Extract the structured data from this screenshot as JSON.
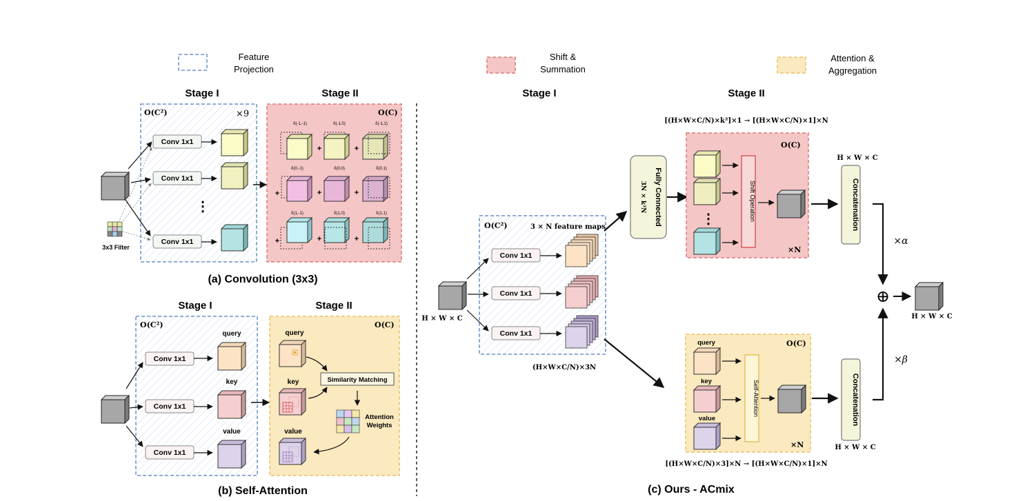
{
  "legend": {
    "feature_projection": [
      "Feature",
      "Projection"
    ],
    "shift_summation": [
      "Shift &",
      "Summation"
    ],
    "attention_aggregation": [
      "Attention  &",
      "Aggregation"
    ]
  },
  "conv": {
    "stage1": "Stage I",
    "stage2": "Stage II",
    "complexity1": "O(C²)",
    "complexity2": "O(C)",
    "times": "×9",
    "conv_label": "Conv 1x1",
    "filter_label": "3x3 Filter",
    "shift_labels": [
      "δ(-1,-1)",
      "δ(-1,0)",
      "δ(-1,1)",
      "δ(0,-1)",
      "δ(0,0)",
      "δ(0,1)",
      "δ(1,-1)",
      "δ(1,0)",
      "δ(1,1)"
    ],
    "caption": "(a) Convolution (3x3)"
  },
  "sa": {
    "stage1": "Stage I",
    "stage2": "Stage II",
    "complexity1": "O(C²)",
    "complexity2": "O(C)",
    "conv_label": "Conv 1x1",
    "query": "query",
    "key": "key",
    "value": "value",
    "similarity": "Similarity Matching",
    "attention_weights": [
      "Attention",
      "Weights"
    ],
    "caption": "(b) Self-Attention"
  },
  "acmix": {
    "stage1": "Stage I",
    "stage2": "Stage II",
    "complexity1": "O(C²)",
    "feature_maps": "3 × N  feature maps",
    "conv_label": "Conv 1x1",
    "input_dim": "H × W × C",
    "stage1_out": "(H×W×C/N)×3N",
    "fc": "Fully Connected",
    "fc_dim": "3N × k²N",
    "top_formula": "[(H×W×C/N)×k²]×1 → [(H×W×C/N)×1]×N",
    "bottom_formula": "[(H×W×C/N)×3]×N → [(H×W×C/N)×1]×N",
    "oc_top": "O(C)",
    "oc_bottom": "O(C)",
    "shift_operation": "Shift Operation",
    "self_attention": "Self-Attention",
    "xN_top": "×N",
    "xN_bottom": "×N",
    "concat": "Concatenation",
    "concat_dim": "H × W × C",
    "alpha": "×α",
    "beta": "×β",
    "plus": "⊕",
    "output_dim": "H × W × C",
    "query": "query",
    "key": "key",
    "value": "value",
    "caption": "(c) Ours - ACmix"
  },
  "colors": {
    "projection_border": "#6b8fc7",
    "shift_fill": "#f5c6c6",
    "shift_border": "#d97a7a",
    "attention_fill": "#fbe9bf",
    "attention_border": "#e6c46a",
    "input_cube": "#a7a7a7",
    "yellow_cube": "#fafac8",
    "pink_cube": "#f2bfe3",
    "cyan_cube": "#b4e6e6",
    "peach_cube": "#fde3c5",
    "rose_cube": "#f5cfd0",
    "lavender_cube": "#ddd3ea"
  }
}
